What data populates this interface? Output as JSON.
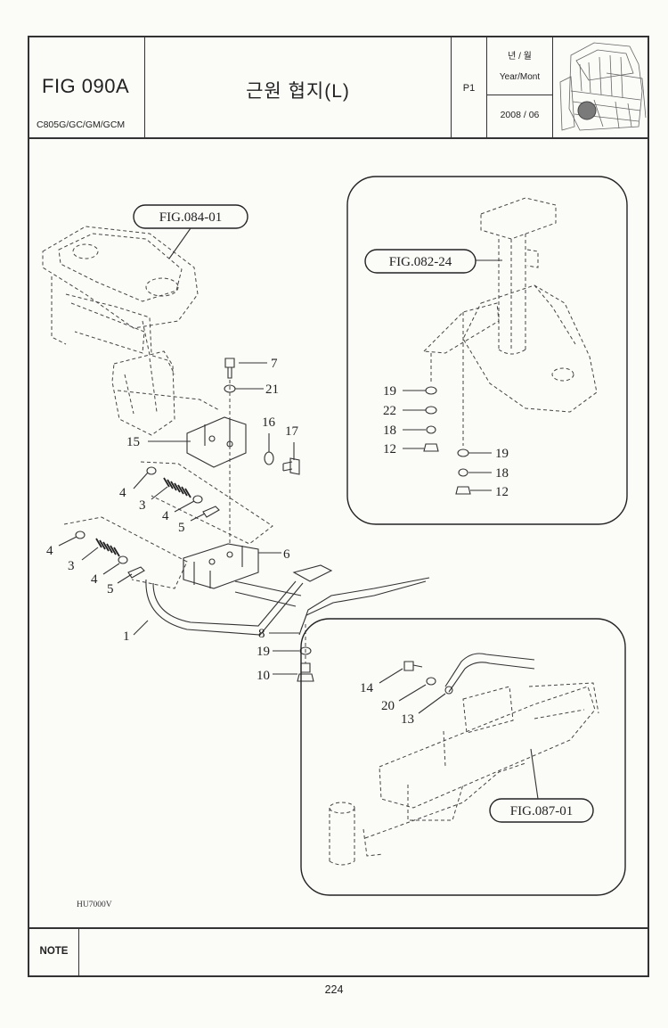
{
  "header": {
    "fig_number": "FIG 090A",
    "model": "C805G/GC/GM/GCM",
    "title": "근원 협지(L)",
    "page": "P1",
    "year_month_korean": "년 / 월",
    "year_month_label": "Year/Mont",
    "date": "2008 / 06",
    "thumbnail_icon": "combine-harvester-icon"
  },
  "diagram": {
    "refs": {
      "fig084": "FIG.084-01",
      "fig082": "FIG.082-24",
      "fig087": "FIG.087-01"
    },
    "parts_main": [
      "7",
      "21",
      "16",
      "17",
      "15",
      "4",
      "3",
      "4",
      "5",
      "6",
      "4",
      "3",
      "4",
      "5",
      "1",
      "8",
      "19",
      "10"
    ],
    "parts_inset_top": [
      "19",
      "22",
      "18",
      "12",
      "19",
      "18",
      "12"
    ],
    "parts_inset_bottom": [
      "14",
      "20",
      "13"
    ],
    "drawing_code": "HU7000V"
  },
  "footer": {
    "note_label": "NOTE",
    "note_text": "",
    "page_number": "224"
  }
}
